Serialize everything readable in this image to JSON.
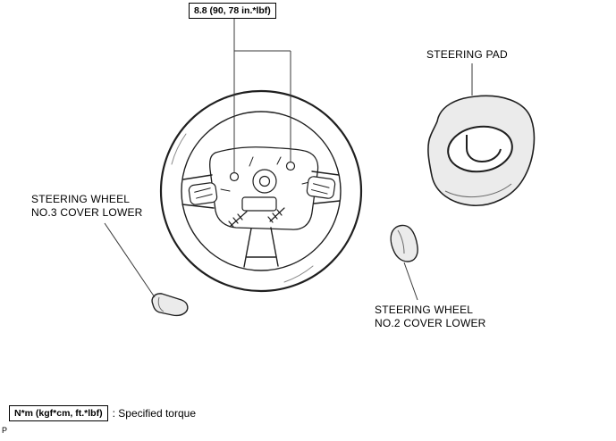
{
  "callouts": {
    "torque_spec": "8.8 (90, 78 in.*lbf)"
  },
  "labels": {
    "steering_pad": "STEERING PAD",
    "no3_cover": {
      "line1": "STEERING WHEEL",
      "line2": "NO.3 COVER LOWER"
    },
    "no2_cover": {
      "line1": "STEERING WHEEL",
      "line2": "NO.2 COVER LOWER"
    }
  },
  "legend": {
    "symbol": "N*m (kgf*cm, ft.*lbf)",
    "description": ": Specified torque"
  },
  "footer": {
    "page_marker": "P"
  },
  "colors": {
    "line": "#1f1f1f",
    "leader": "#3a3a3a",
    "fill_light": "#ebebeb",
    "background": "#ffffff"
  }
}
